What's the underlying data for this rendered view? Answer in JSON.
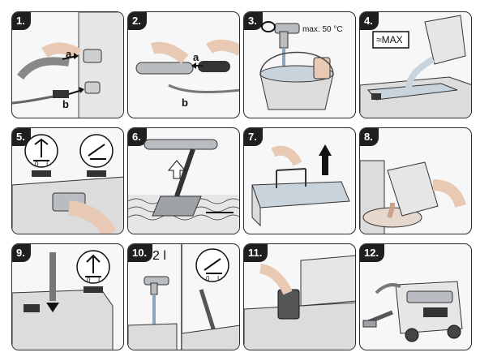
{
  "panels": [
    {
      "step": "1.",
      "labels": [
        "a",
        "b"
      ]
    },
    {
      "step": "2.",
      "labels": [
        "a",
        "b"
      ]
    },
    {
      "step": "3.",
      "temperature": "max. 50 °C"
    },
    {
      "step": "4.",
      "max_label": "≈MAX"
    },
    {
      "step": "5.",
      "switch_marks": [
        "0",
        "I"
      ]
    },
    {
      "step": "6."
    },
    {
      "step": "7."
    },
    {
      "step": "8."
    },
    {
      "step": "9.",
      "switch_marks": [
        "0",
        "I"
      ]
    },
    {
      "step": "10.",
      "volume": "2 l",
      "switch_marks": [
        "0",
        "I"
      ]
    },
    {
      "step": "11."
    },
    {
      "step": "12."
    }
  ],
  "colors": {
    "border": "#2a2a2a",
    "metal": "#b9bcc0",
    "water": "#c9d3dc",
    "dark": "#1f1f1f"
  }
}
